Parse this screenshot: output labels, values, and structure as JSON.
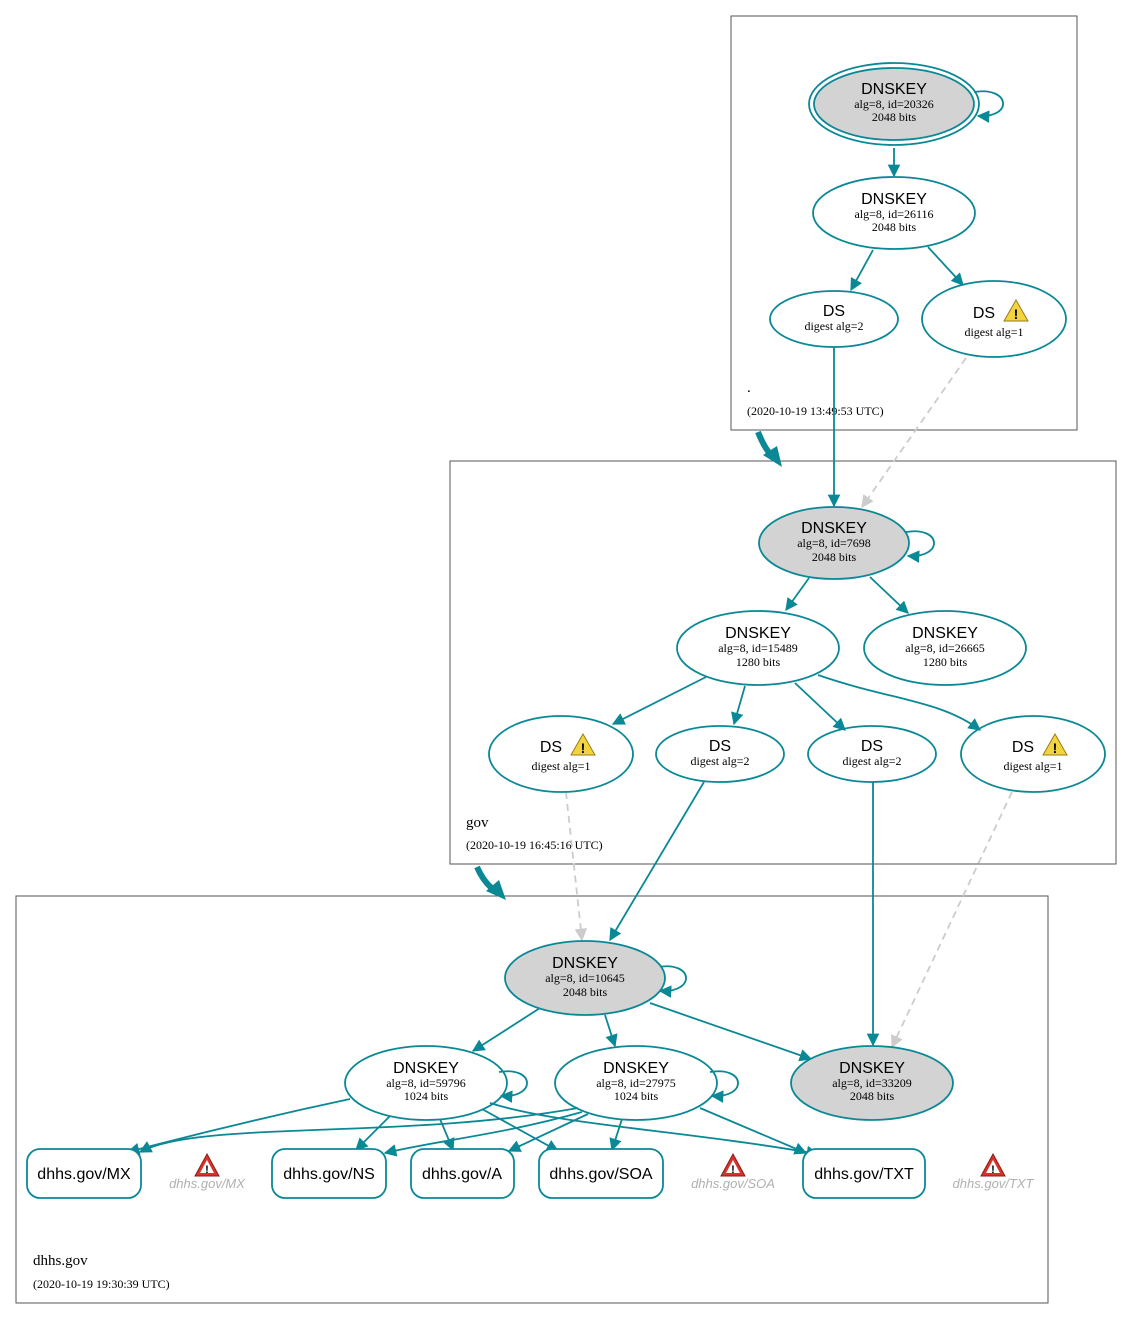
{
  "colors": {
    "edge": "#0a8896",
    "insecure_edge": "#cccccc",
    "zone_border": "#555555",
    "key_fill_grey": "#d3d3d3",
    "warning_yellow": "#f2d43c",
    "error_red": "#d9322b"
  },
  "zones": {
    "root": {
      "name": ".",
      "timestamp": "(2020-10-19 13:49:53 UTC)"
    },
    "gov": {
      "name": "gov",
      "timestamp": "(2020-10-19 16:45:16 UTC)"
    },
    "dhhs": {
      "name": "dhhs.gov",
      "timestamp": "(2020-10-19 19:30:39 UTC)"
    }
  },
  "nodes": {
    "root_ksk": {
      "title": "DNSKEY",
      "line1": "alg=8, id=20326",
      "line2": "2048 bits"
    },
    "root_zsk": {
      "title": "DNSKEY",
      "line1": "alg=8, id=26116",
      "line2": "2048 bits"
    },
    "root_ds2": {
      "title": "DS",
      "line1": "digest alg=2"
    },
    "root_ds1": {
      "title": "DS",
      "line1": "digest alg=1",
      "icon": "warning-icon"
    },
    "gov_ksk": {
      "title": "DNSKEY",
      "line1": "alg=8, id=7698",
      "line2": "2048 bits"
    },
    "gov_zsk1": {
      "title": "DNSKEY",
      "line1": "alg=8, id=15489",
      "line2": "1280 bits"
    },
    "gov_zsk2": {
      "title": "DNSKEY",
      "line1": "alg=8, id=26665",
      "line2": "1280 bits"
    },
    "gov_ds_a": {
      "title": "DS",
      "line1": "digest alg=1",
      "icon": "warning-icon"
    },
    "gov_ds_b": {
      "title": "DS",
      "line1": "digest alg=2"
    },
    "gov_ds_c": {
      "title": "DS",
      "line1": "digest alg=2"
    },
    "gov_ds_d": {
      "title": "DS",
      "line1": "digest alg=1",
      "icon": "warning-icon"
    },
    "dhhs_ksk": {
      "title": "DNSKEY",
      "line1": "alg=8, id=10645",
      "line2": "2048 bits"
    },
    "dhhs_zsk1": {
      "title": "DNSKEY",
      "line1": "alg=8, id=59796",
      "line2": "1024 bits"
    },
    "dhhs_zsk2": {
      "title": "DNSKEY",
      "line1": "alg=8, id=27975",
      "line2": "1024 bits"
    },
    "dhhs_ksk2": {
      "title": "DNSKEY",
      "line1": "alg=8, id=33209",
      "line2": "2048 bits"
    }
  },
  "rrsets": {
    "mx": "dhhs.gov/MX",
    "ns": "dhhs.gov/NS",
    "a": "dhhs.gov/A",
    "soa": "dhhs.gov/SOA",
    "txt": "dhhs.gov/TXT"
  },
  "ghosts": {
    "mx": {
      "label": "dhhs.gov/MX",
      "icon": "error-icon"
    },
    "soa": {
      "label": "dhhs.gov/SOA",
      "icon": "error-icon"
    },
    "txt": {
      "label": "dhhs.gov/TXT",
      "icon": "error-icon"
    }
  }
}
